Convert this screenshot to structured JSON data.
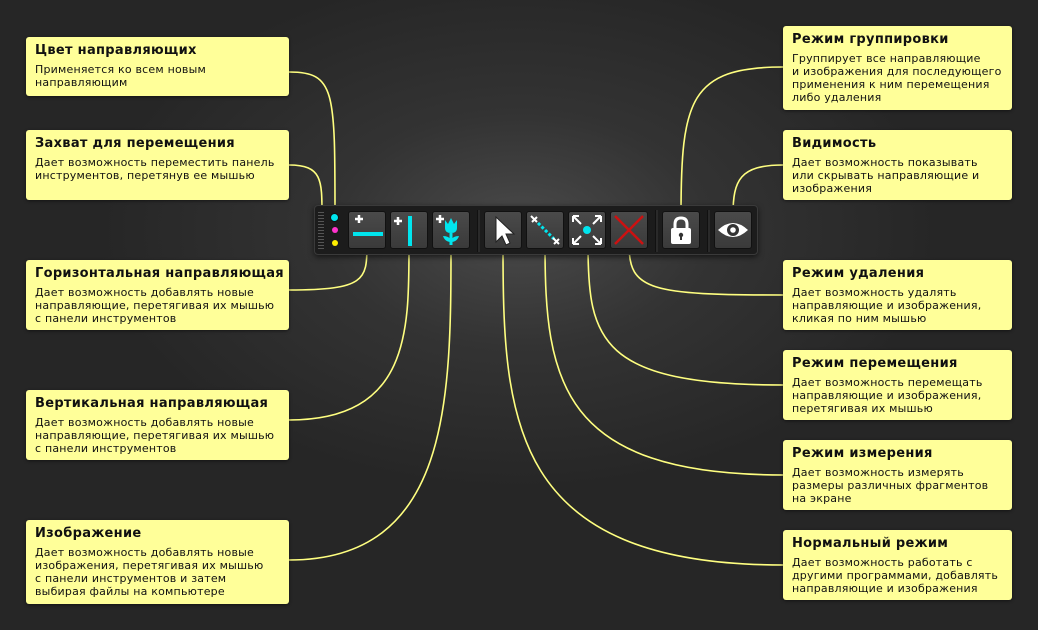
{
  "colors": {
    "guide": "#00e5ee",
    "pink": "#ff33cc",
    "yellow": "#ffee00",
    "delete": "#cc1111",
    "callout_bg": "#ffff99",
    "line": "#ffff80"
  },
  "callouts": {
    "guide_color": {
      "title": "Цвет направляющих",
      "desc": "Применяется ко всем новым\nнаправляющим"
    },
    "drag_handle": {
      "title": "Захват для перемещения",
      "desc": "Дает возможность переместить панель\nинструментов, перетянув ее мышью"
    },
    "horizontal_guide": {
      "title": "Горизонтальная направляющая",
      "desc": "Дает возможность добавлять новые\nнаправляющие, перетягивая их мышью\nс панели инструментов"
    },
    "vertical_guide": {
      "title": "Вертикальная направляющая",
      "desc": "Дает возможность добавлять новые\nнаправляющие, перетягивая их мышью\nс панели инструментов"
    },
    "image": {
      "title": "Изображение",
      "desc": "Дает возможность добавлять новые\nизображения, перетягивая их мышью\nс панели инструментов и затем\nвыбирая файлы на компьютере"
    },
    "group_mode": {
      "title": "Режим группировки",
      "desc": "Группирует все направляющие\nи изображения для последующего\nприменения к ним перемещения\nлибо удаления"
    },
    "visibility": {
      "title": "Видимость",
      "desc": "Дает возможность показывать\nили скрывать направляющие и\nизображения"
    },
    "delete_mode": {
      "title": "Режим удаления",
      "desc": "Дает возможность удалять\nнаправляющие и изображения,\nкликая по ним мышью"
    },
    "move_mode": {
      "title": "Режим перемещения",
      "desc": "Дает возможность перемещать\nнаправляющие и изображения,\nперетягивая их мышью"
    },
    "measure_mode": {
      "title": "Режим измерения",
      "desc": "Дает возможность измерять\nразмеры различных фрагментов\nна экране"
    },
    "normal_mode": {
      "title": "Нормальный режим",
      "desc": "Дает возможность работать с\nдругими программами, добавлять\nнаправляющие и изображения"
    }
  },
  "toolbar": {
    "icons": [
      "grip-icon",
      "color-dots-icon",
      "horizontal-guide-icon",
      "vertical-guide-icon",
      "image-tulip-icon",
      "cursor-arrow-icon",
      "measure-icon",
      "move-arrows-icon",
      "delete-x-icon",
      "lock-icon",
      "eye-icon"
    ]
  }
}
